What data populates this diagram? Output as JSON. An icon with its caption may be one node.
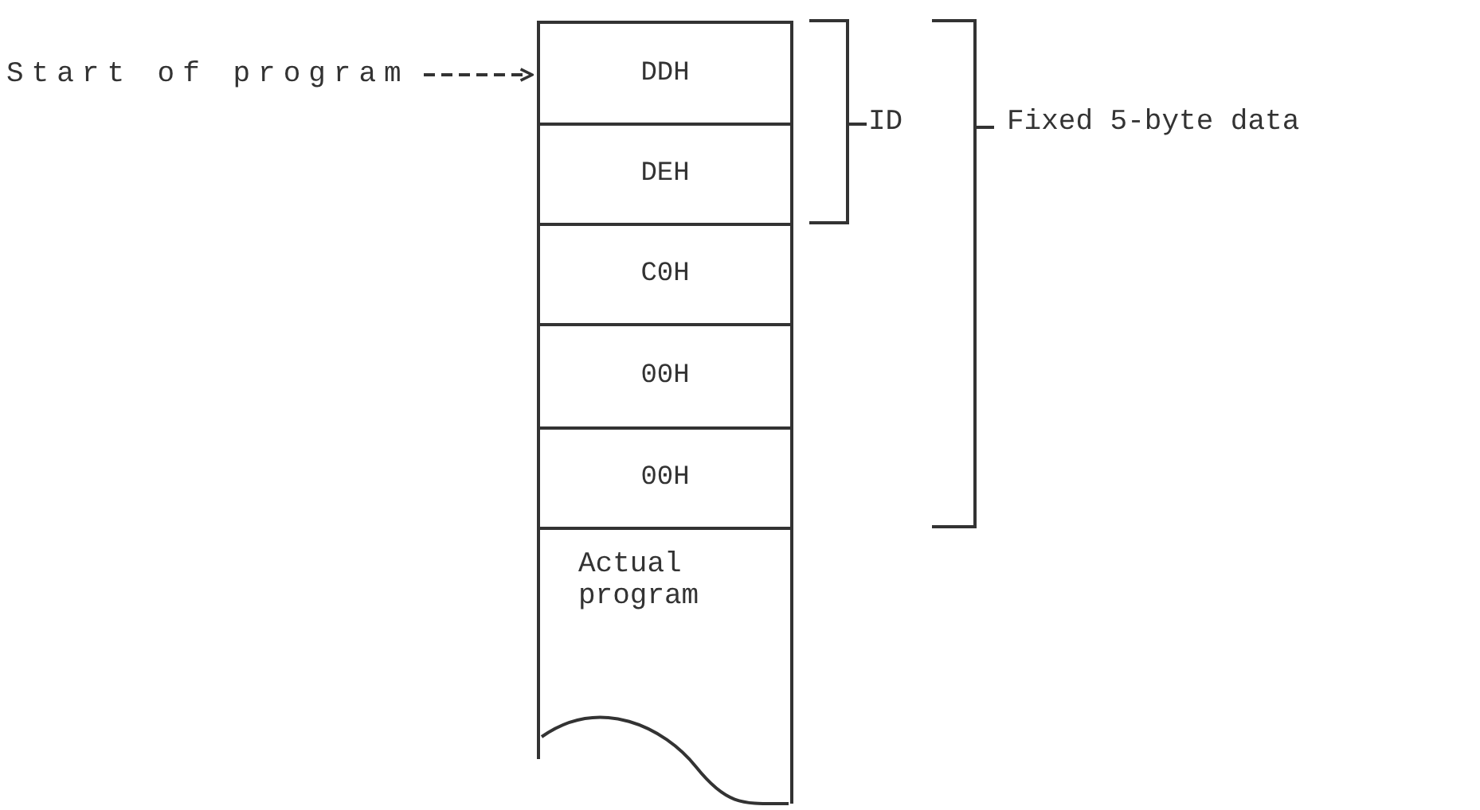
{
  "diagram": {
    "nodes": [
      {
        "text": [
          "Start of program"
        ]
      },
      {
        "text": [
          "DDH"
        ]
      },
      {
        "text": [
          "DEH"
        ]
      },
      {
        "text": [
          "C0H"
        ]
      },
      {
        "text": [
          "00H"
        ]
      },
      {
        "text": [
          "00H"
        ]
      },
      {
        "text": [
          "Actual program"
        ]
      }
    ],
    "edges": [
      {
        "from": 0,
        "to": 1,
        "arrow": "to",
        "style": "dashed"
      }
    ],
    "labels": [
      "ID",
      "Fixed 5-byte data"
    ]
  }
}
